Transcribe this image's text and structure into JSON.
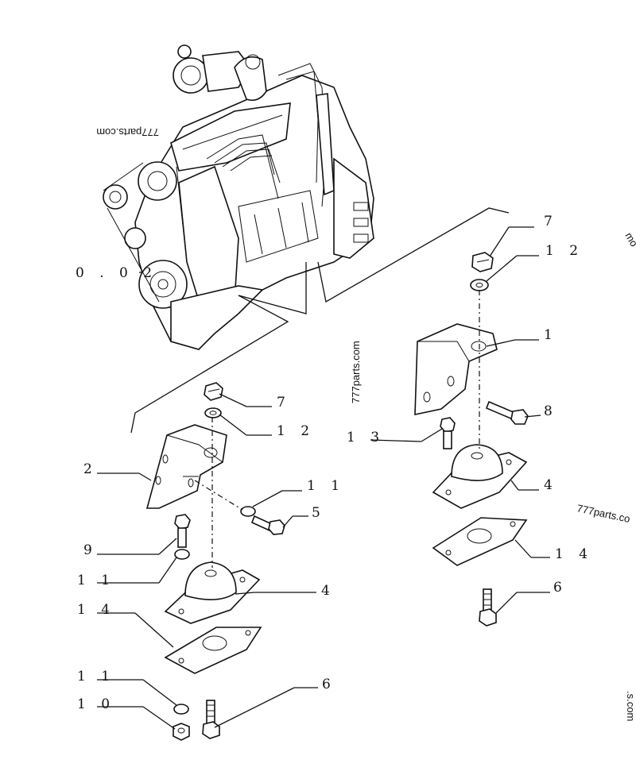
{
  "diagram": {
    "watermarks": [
      "777parts.com",
      "777parts.com",
      "777parts.co",
      "mo",
      ".s.com"
    ],
    "callouts": {
      "engine_ref": "0 . 0 2",
      "right_nut": "7",
      "right_washer": "1 2",
      "right_bracket": "1",
      "right_bolt": "8",
      "right_short_bolt": "1 3",
      "right_mount": "4",
      "right_plate": "1 4",
      "right_stud": "6",
      "left_nut": "7",
      "left_washer": "1 2",
      "left_bracket": "2",
      "left_small_washer": "1 1",
      "left_bolt": "5",
      "left_short_bolt": "9",
      "left_washer_b": "1 1",
      "left_mount": "4",
      "left_plate": "1 4",
      "bottom_washer": "1 1",
      "bottom_nut": "1 0",
      "bottom_stud": "6"
    }
  }
}
